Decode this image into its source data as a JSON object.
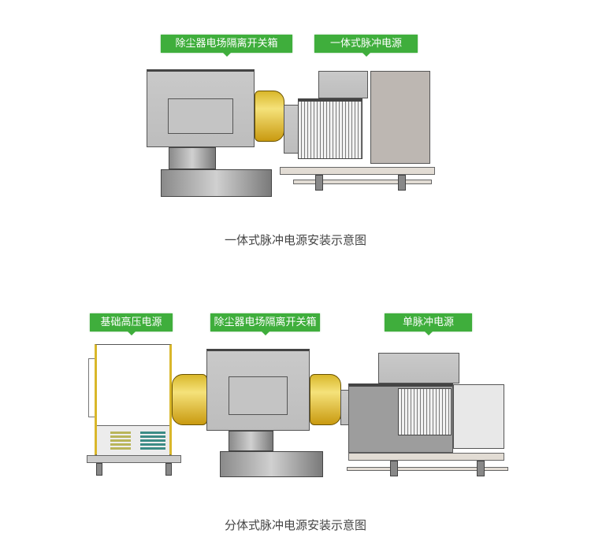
{
  "top_diagram": {
    "labels": {
      "switch_box": "除尘器电场隔离开关箱",
      "integrated_power": "一体式脉冲电源"
    },
    "caption": "一体式脉冲电源安装示意图"
  },
  "bottom_diagram": {
    "labels": {
      "base_hv_power": "基础高压电源",
      "switch_box": "除尘器电场隔离开关箱",
      "single_pulse_power": "单脉冲电源"
    },
    "caption": "分体式脉冲电源安装示意图"
  },
  "colors": {
    "label_bg": "#3fae3c",
    "connector": "#e0c040"
  }
}
